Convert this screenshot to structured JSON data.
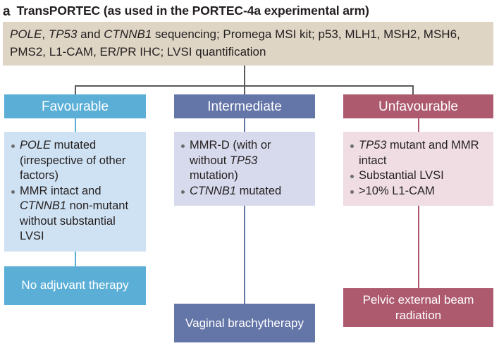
{
  "figure": {
    "panel_letter": "a",
    "title": "TransPORTEC (as used in the PORTEC-4a experimental arm)",
    "assay_line1_pre": "",
    "assay_banner_color": "#ded5c4",
    "connector_color": "#5a5a5a"
  },
  "assay": {
    "segments": [
      {
        "text": "POLE",
        "italic": true
      },
      {
        "text": ", ",
        "italic": false
      },
      {
        "text": "TP53",
        "italic": true
      },
      {
        "text": " and ",
        "italic": false
      },
      {
        "text": "CTNNB1",
        "italic": true
      },
      {
        "text": " sequencing; Promega MSI kit; p53, MLH1, MSH2, MSH6, PMS2, L1-CAM, ER/PR IHC; LVSI quantification",
        "italic": false
      }
    ],
    "plain": "POLE, TP53 and CTNNB1 sequencing; Promega MSI kit; p53, MLH1, MSH2, MSH6, PMS2, L1-CAM, ER/PR IHC; LVSI quantification"
  },
  "columns": [
    {
      "id": "favourable",
      "header": "Favourable",
      "header_color": "#5bafd7",
      "body_color": "#cfe2f3",
      "criteria": [
        {
          "plain": "POLE mutated (irrespective of other factors)",
          "segments": [
            {
              "text": "POLE",
              "italic": true
            },
            {
              "text": " mutated (irrespective of other factors)",
              "italic": false
            }
          ]
        },
        {
          "plain": "MMR intact and CTNNB1 non-mutant without substantial LVSI",
          "segments": [
            {
              "text": "MMR intact and ",
              "italic": false
            },
            {
              "text": "CTNNB1",
              "italic": true
            },
            {
              "text": " non-mutant without substantial LVSI",
              "italic": false
            }
          ]
        }
      ],
      "outcome": "No adjuvant therapy",
      "outcome_color": "#5bafd7"
    },
    {
      "id": "intermediate",
      "header": "Intermediate",
      "header_color": "#6475a8",
      "body_color": "#d7daec",
      "criteria": [
        {
          "plain": "MMR-D (with or without TP53 mutation)",
          "segments": [
            {
              "text": "MMR-D (with or without ",
              "italic": false
            },
            {
              "text": "TP53",
              "italic": true
            },
            {
              "text": " mutation)",
              "italic": false
            }
          ]
        },
        {
          "plain": "CTNNB1 mutated",
          "segments": [
            {
              "text": "CTNNB1",
              "italic": true
            },
            {
              "text": " mutated",
              "italic": false
            }
          ]
        }
      ],
      "outcome": "Vaginal brachytherapy",
      "outcome_color": "#6475a8"
    },
    {
      "id": "unfavourable",
      "header": "Unfavourable",
      "header_color": "#ad5a6f",
      "body_color": "#efdde3",
      "criteria": [
        {
          "plain": "TP53 mutant and MMR intact",
          "segments": [
            {
              "text": "TP53",
              "italic": true
            },
            {
              "text": " mutant and MMR intact",
              "italic": false
            }
          ]
        },
        {
          "plain": "Substantial LVSI",
          "segments": [
            {
              "text": "Substantial LVSI",
              "italic": false
            }
          ]
        },
        {
          "plain": ">10% L1-CAM",
          "segments": [
            {
              "text": ">10% L1-CAM",
              "italic": false
            }
          ]
        }
      ],
      "outcome": "Pelvic external beam radiation",
      "outcome_color": "#ad5a6f"
    }
  ]
}
